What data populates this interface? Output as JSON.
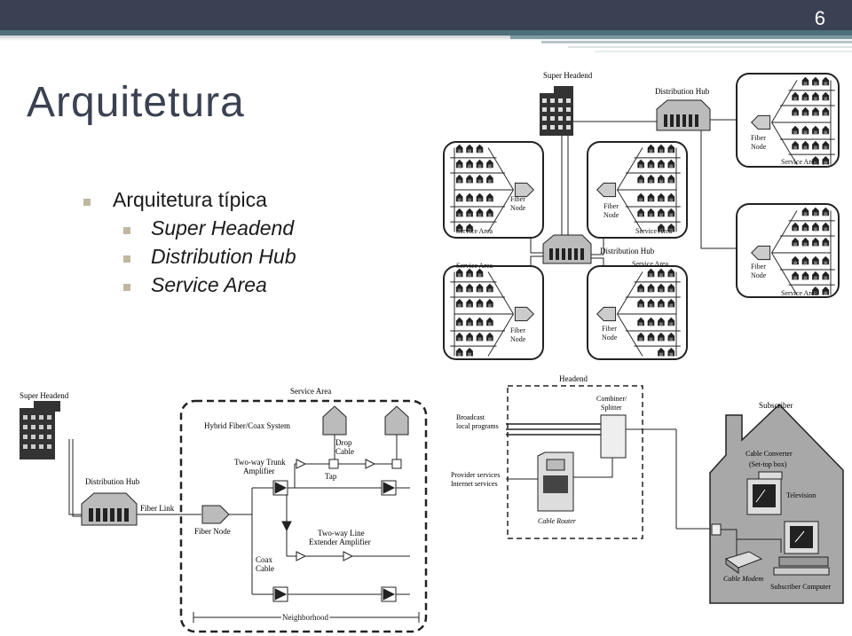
{
  "slide": {
    "page_number": "6",
    "title": "Arquitetura",
    "bullets": [
      {
        "level": 1,
        "text": "Arquitetura típica"
      },
      {
        "level": 2,
        "text": "Super Headend"
      },
      {
        "level": 2,
        "text": "Distribution Hub"
      },
      {
        "level": 2,
        "text": "Service Area"
      }
    ]
  },
  "diagram_top": {
    "super_headend": "Super Headend",
    "distribution_hub_top": "Distribution Hub",
    "distribution_hub_mid": "Distribution Hub",
    "fiber_node": "Fiber",
    "fiber_node2": "Node",
    "service_area": "Service Area"
  },
  "diagram_left": {
    "super_headend": "Super Headend",
    "service_area": "Service Area",
    "hfc_system": "Hybrid Fiber/Coax System",
    "drop_cable_1": "Drop",
    "drop_cable_2": "Cable",
    "trunk_amp_1": "Two-way Trunk",
    "trunk_amp_2": "Amplifier",
    "tap": "Tap",
    "distribution_hub": "Distribution Hub",
    "fiber_link": "Fiber Link",
    "fiber_node": "Fiber Node",
    "line_ext_1": "Two-way Line",
    "line_ext_2": "Extender Amplifier",
    "coax_1": "Coax",
    "coax_2": "Cable",
    "neighborhood": "Neighborhood"
  },
  "diagram_right": {
    "headend": "Headend",
    "combiner_1": "Combiner/",
    "combiner_2": "Splitter",
    "broadcast_1": "Broadcast",
    "broadcast_2": "local programs",
    "provider_1": "Provider services",
    "provider_2": "Internet services",
    "cable_router": "Cable Router",
    "subscriber": "Subscriber",
    "converter_1": "Cable Converter",
    "converter_2": "(Set-top box)",
    "television": "Television",
    "cable_modem": "Cable Modem",
    "subscriber_computer": "Subscriber Computer"
  }
}
